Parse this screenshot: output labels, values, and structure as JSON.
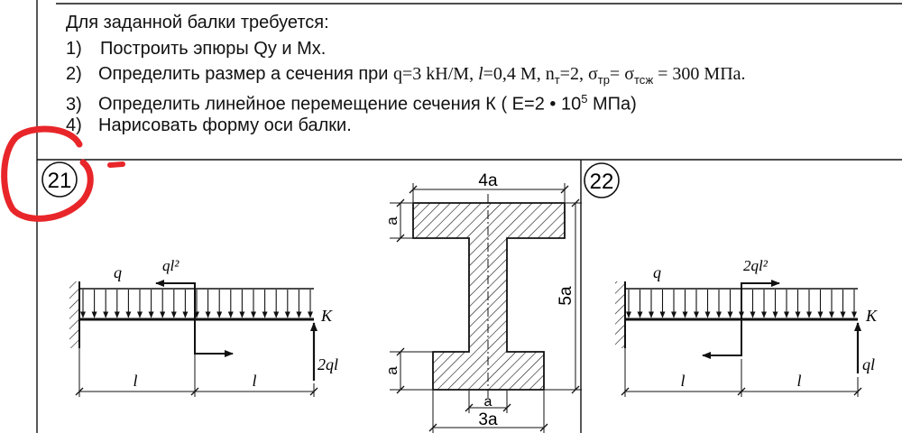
{
  "task": {
    "heading": "Для заданной балки требуется:",
    "items": [
      {
        "num": "1)",
        "text": "Построить эпюры Qy и Mx."
      },
      {
        "num": "2)",
        "text_a": "Определить размер а сечения  при ",
        "text_b": "q=3 kH/M, ",
        "l_symbol": "l",
        "text_c": "=0,4 M, n",
        "n_sub": "т",
        "text_d": "=2, σ",
        "sigma_sub1": "тр",
        "text_e": "= σ",
        "sigma_sub2": "тсж",
        "text_f": " = 300 МПа."
      },
      {
        "num": "3)",
        "text_a": "Определить линейное перемещение сечения  К   ( Е=2 • 10",
        "exp": "5",
        "text_b": " МПа)"
      },
      {
        "num": "4)",
        "text": "Нарисовать форму оси балки."
      }
    ]
  },
  "problem_21": {
    "number": "21",
    "load_label": "q",
    "moment_label": "ql²",
    "point_label": "K",
    "force_label": "2ql",
    "span_left_label": "l",
    "span_right_label": "l"
  },
  "cross_section": {
    "top_width_label": "4a",
    "flange_thickness_top_label": "a",
    "height_label": "5a",
    "flange_thickness_bottom_label": "a",
    "web_width_label": "a",
    "bottom_width_label": "3a"
  },
  "problem_22": {
    "number": "22",
    "load_label": "q",
    "moment_label": "2ql²",
    "point_label": "K",
    "force_label": "ql",
    "span_left_label": "l",
    "span_right_label": "l"
  },
  "colors": {
    "ink": "#111111",
    "annotation_red": "#e8262a"
  }
}
